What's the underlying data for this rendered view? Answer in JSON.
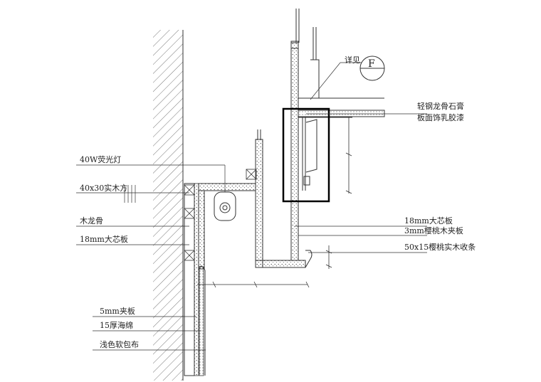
{
  "labels_left": [
    "40W荧光灯",
    "40x30实木方",
    "木龙骨",
    "18mm大芯板",
    "5mm夹板",
    "15厚海绵",
    "浅色软包布"
  ],
  "labels_right": [
    "轻钢龙骨石膏",
    "板面饰乳胶漆",
    "18mm大芯板",
    "3mm樱桃木夹板",
    "50x15樱桃实木收条"
  ],
  "detail": {
    "prefix": "详见",
    "letter": "F"
  }
}
